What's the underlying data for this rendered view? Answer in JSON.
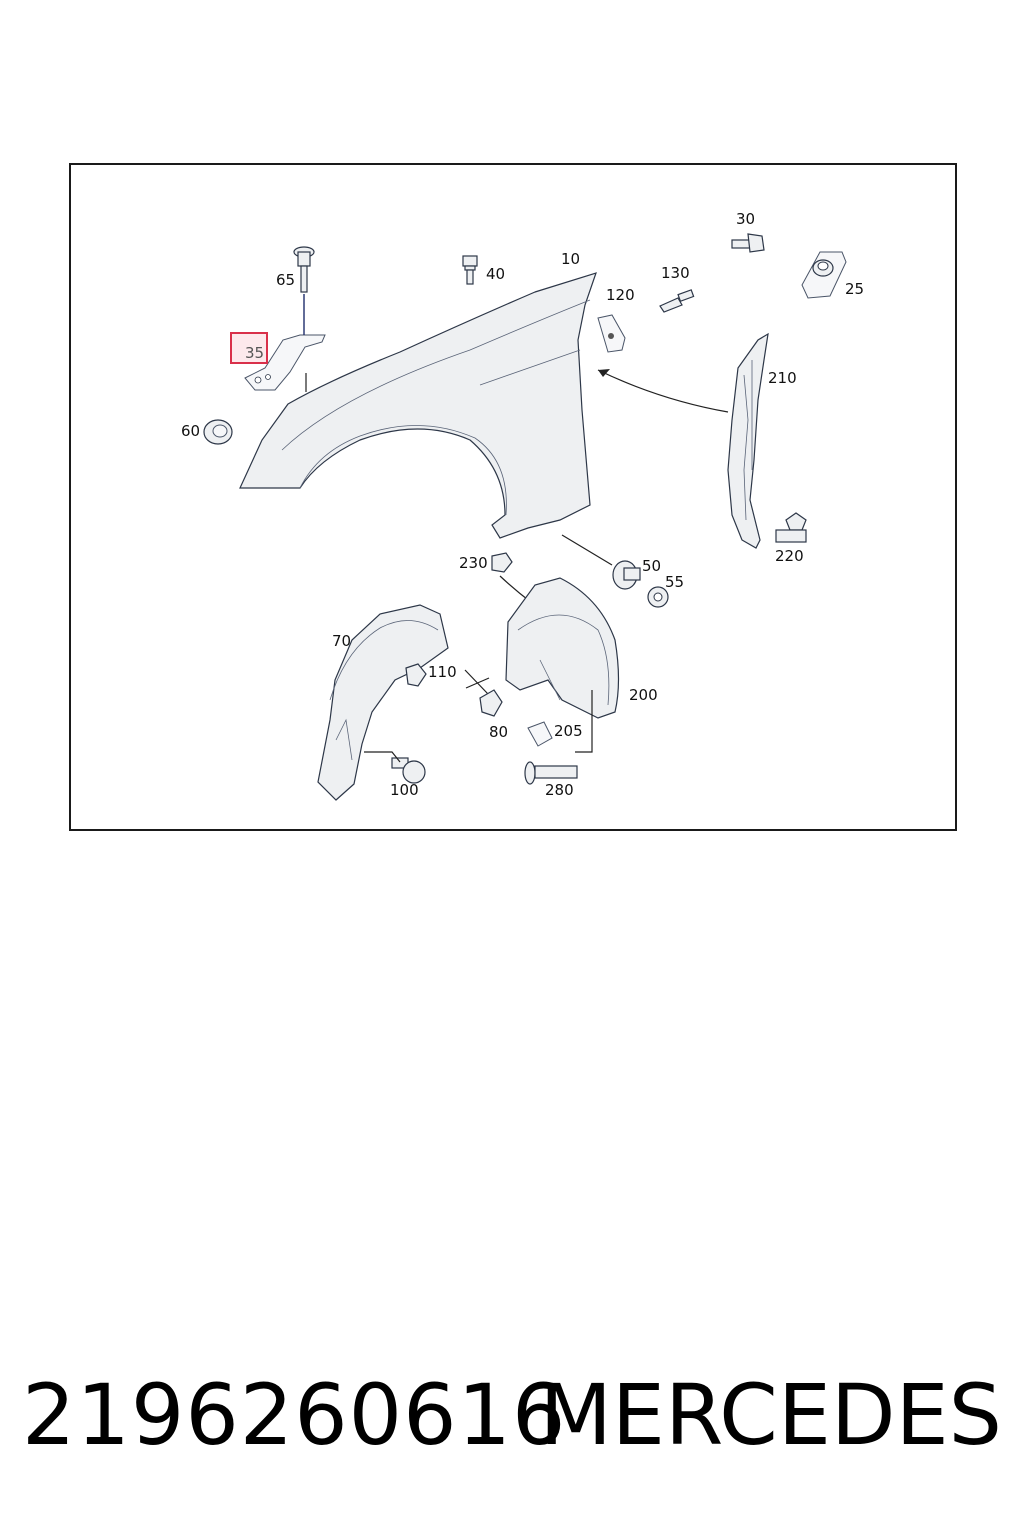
{
  "diagram": {
    "callouts": {
      "c10": "10",
      "c25": "25",
      "c30": "30",
      "c35": "35",
      "c40": "40",
      "c50": "50",
      "c55": "55",
      "c60": "60",
      "c65": "65",
      "c70": "70",
      "c80": "80",
      "c100": "100",
      "c110": "110",
      "c120": "120",
      "c130": "130",
      "c200": "200",
      "c205": "205",
      "c210": "210",
      "c220": "220",
      "c230": "230",
      "c280": "280"
    },
    "highlighted_callout": "35",
    "highlight_color": "#d9304a"
  },
  "footer": {
    "part_number": "2196260616",
    "brand": "MERCEDES"
  }
}
